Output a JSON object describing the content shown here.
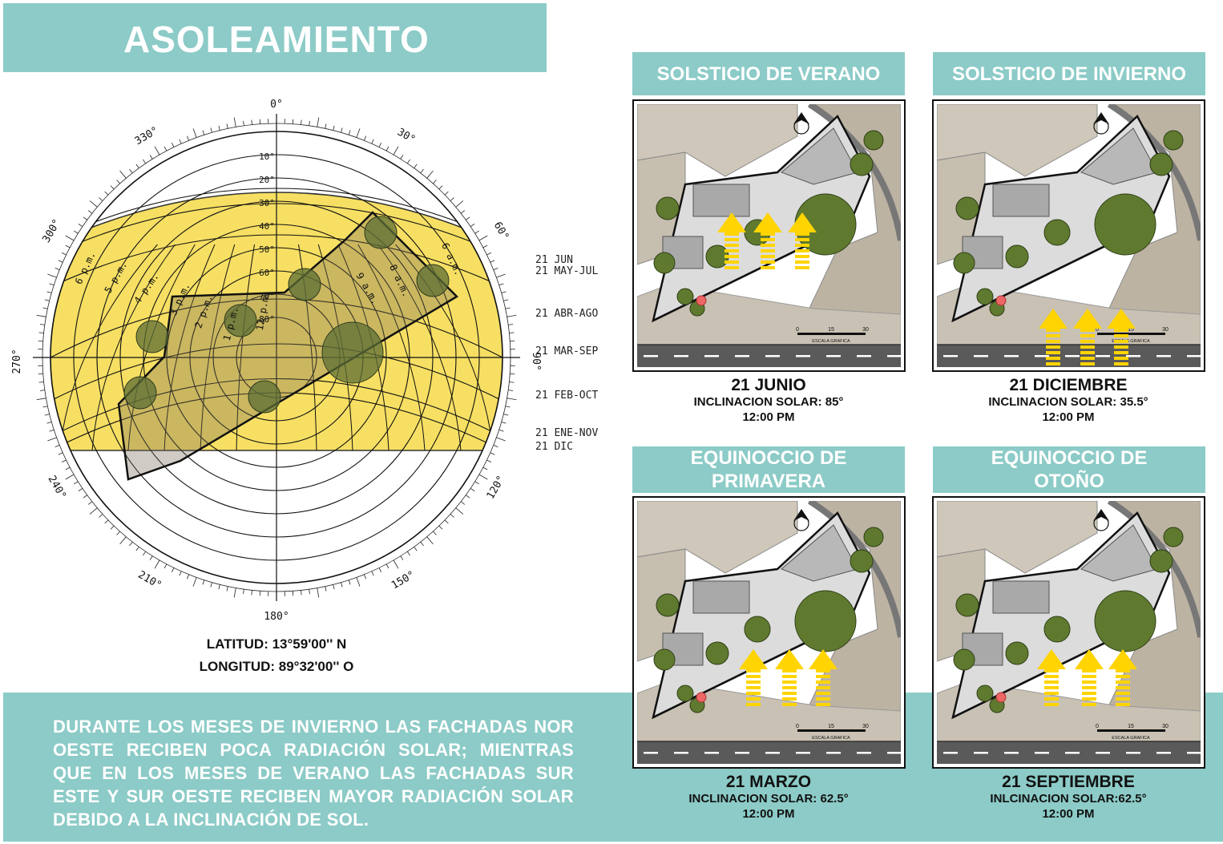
{
  "title": "ASOLEAMIENTO",
  "chart": {
    "cardinal": {
      "n": "0°",
      "e": "90°",
      "s": "180°",
      "w": "270°"
    },
    "degree_labels": [
      "30°",
      "60°",
      "120°",
      "150°",
      "210°",
      "240°",
      "300°",
      "330°"
    ],
    "altitude_labels": [
      "10°",
      "20°",
      "30°",
      "40°",
      "50°",
      "60°",
      "70°",
      "80°"
    ],
    "hour_labels": [
      "6 p.m.",
      "5 p.m.",
      "4 p.m.",
      "3 p.m.",
      "2 p.m.",
      "1 p.m.",
      "12 p.m.",
      "9 a.m.",
      "8 a.m.",
      "6 a.m."
    ],
    "date_labels": [
      "21 JUN",
      "21 MAY-JUL",
      "21 ABR-AGO",
      "21 MAR-SEP",
      "21 FEB-OCT",
      "21 ENE-NOV",
      "21 DIC"
    ]
  },
  "location": {
    "latitude": "LATITUD: 13°59'00'' N",
    "longitude": "LONGITUD: 89°32'00'' O"
  },
  "description": "DURANTE LOS MESES DE INVIERNO LAS FACHADAS NOR OESTE RECIBEN POCA RADIACIÓN SOLAR; MIENTRAS QUE EN LOS MESES DE VERANO LAS FACHADAS SUR ESTE Y SUR OESTE RECIBEN MAYOR RADIACIÓN SOLAR DEBIDO A LA INCLINACIÓN DE SOL.",
  "scale": {
    "ticks": [
      "0",
      "15",
      "30"
    ],
    "label": "ESCALA GRAFICA"
  },
  "panels": [
    {
      "title": "SOLSTICIO DE VERANO",
      "date": "21 JUNIO",
      "inclination": "INCLINACION SOLAR: 85°",
      "time": "12:00 PM"
    },
    {
      "title": "SOLSTICIO DE INVIERNO",
      "date": "21 DICIEMBRE",
      "inclination": "INCLINACION SOLAR: 35.5°",
      "time": "12:00 PM"
    },
    {
      "title": "EQUINOCCIO DE PRIMAVERA",
      "date": "21 MARZO",
      "inclination": "INCLINACION SOLAR: 62.5°",
      "time": "12:00 PM"
    },
    {
      "title": "EQUINOCCIO DE OTOÑO",
      "date": "21 SEPTIEMBRE",
      "inclination": "INLCINACION SOLAR:62.5°",
      "time": "12:00 PM"
    }
  ],
  "colors": {
    "accent": "#8ccbc7",
    "sun_band": "#f6df63",
    "arrow": "#ffd400"
  }
}
